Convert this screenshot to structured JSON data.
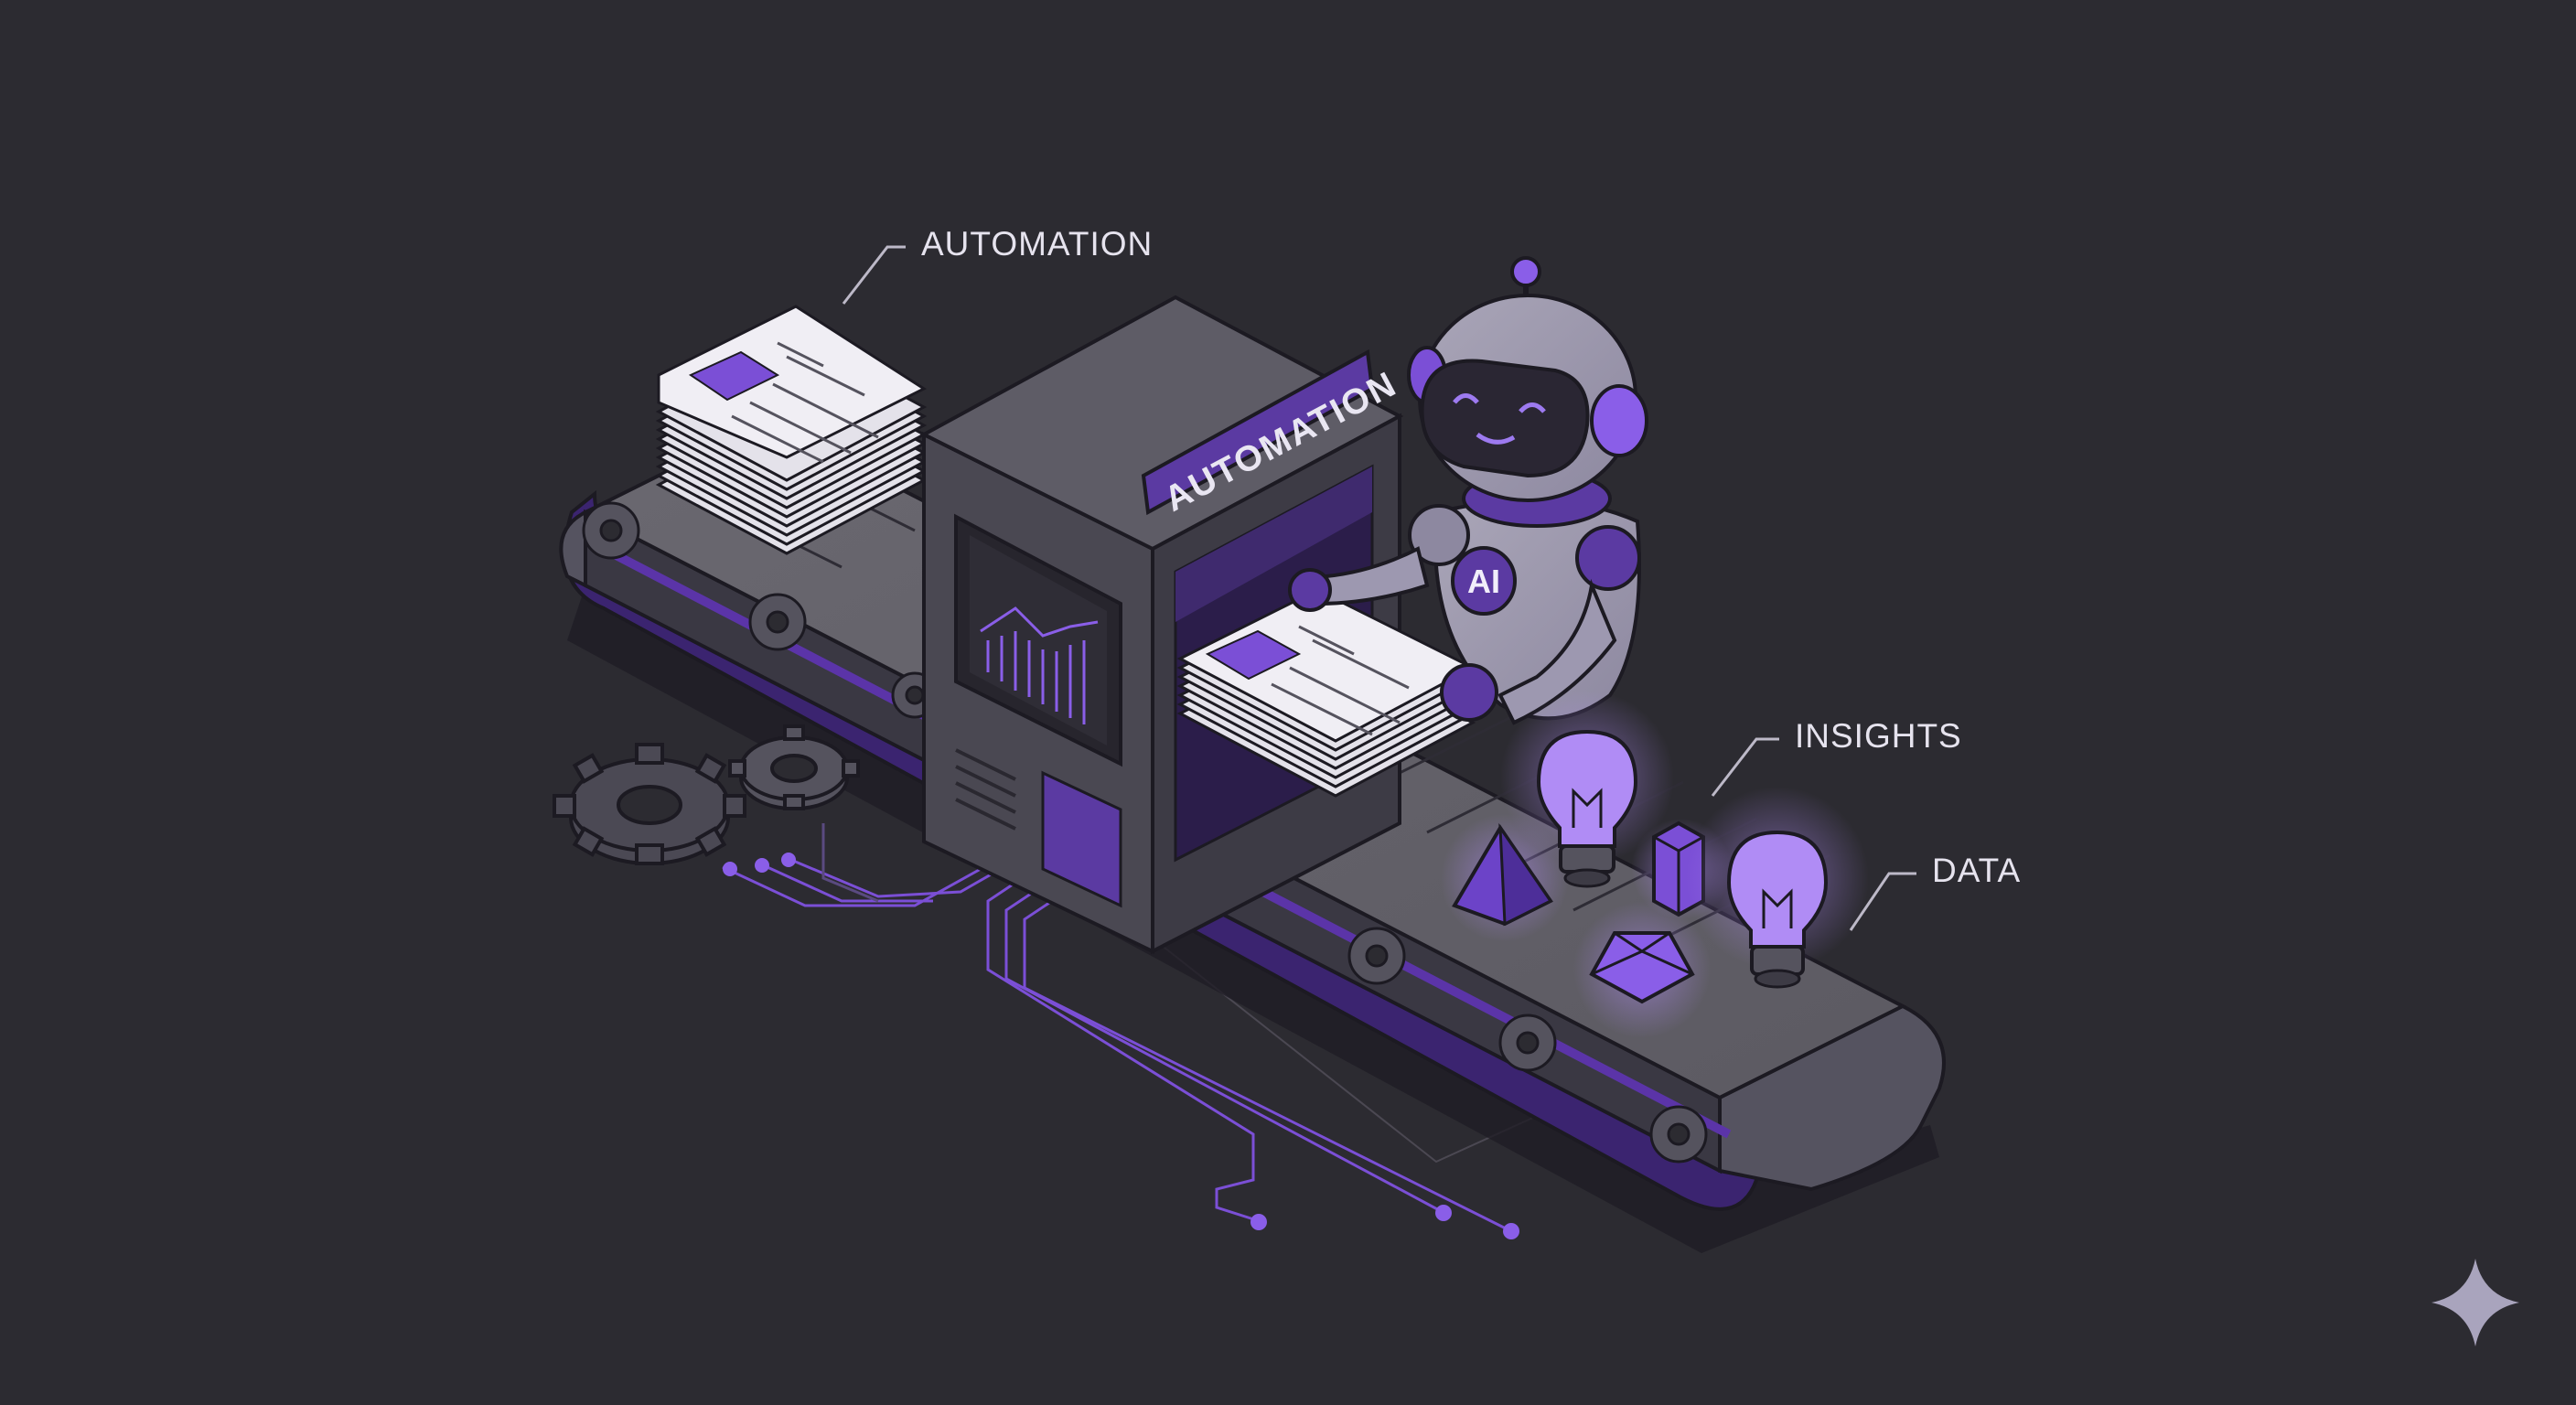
{
  "callouts": {
    "automation": "AUTOMATION",
    "insights": "INSIGHTS",
    "data": "DATA"
  },
  "machine": {
    "sign_label": "AUTOMATION"
  },
  "robot": {
    "chest_label": "AI"
  },
  "colors": {
    "background": "#2c2b31",
    "accent": "#7b4fd6",
    "accent_light": "#b08cf5",
    "outline": "#1c1a22"
  },
  "icons": [
    "gear-icon",
    "document-stack-icon",
    "robot-icon",
    "lightbulb-icon",
    "pyramid-icon",
    "cube-icon",
    "circuit-trace-icon",
    "sparkle-icon"
  ]
}
